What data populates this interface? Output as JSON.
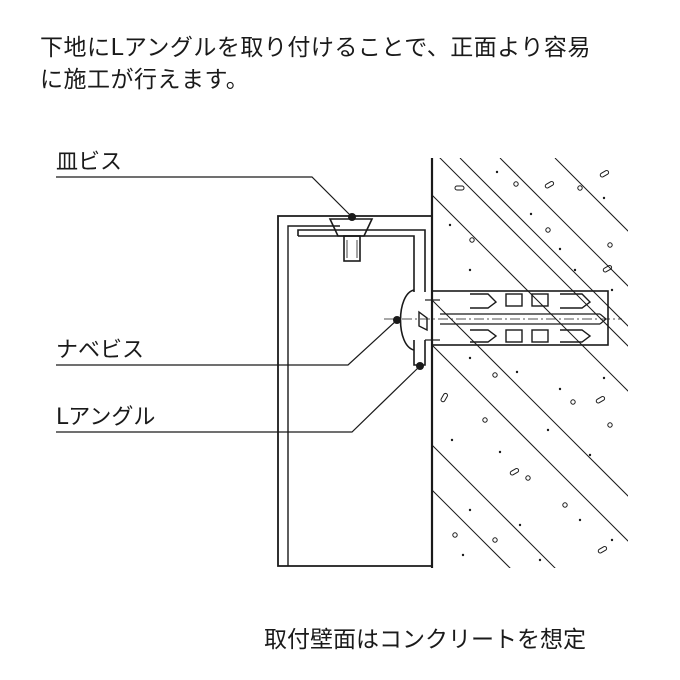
{
  "description_lines": [
    "下地にLアングルを取り付けることで、正面より容易",
    "に施工が行えます。"
  ],
  "labels": {
    "sara_screw": "皿ビス",
    "nabe_screw": "ナベビス",
    "l_angle": "Lアングル"
  },
  "footnote": "取付壁面はコンクリートを想定"
}
